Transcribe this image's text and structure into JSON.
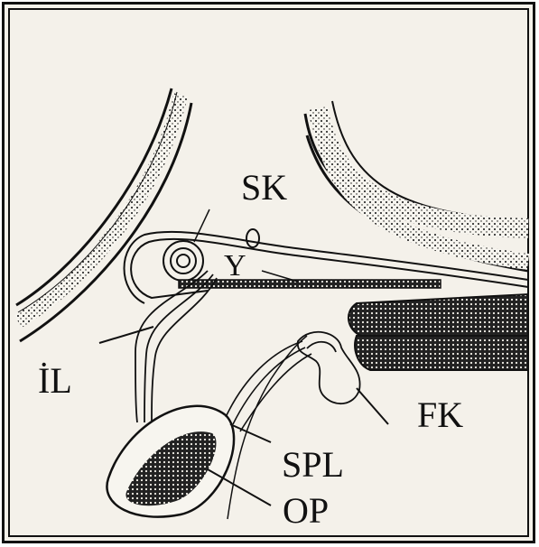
{
  "labels": {
    "sk": "SK",
    "y": "Y",
    "il": "İL",
    "fk": "FK",
    "spl": "SPL",
    "op": "OP"
  },
  "colors": {
    "ink": "#111111",
    "paper": "#f4f1ea"
  }
}
